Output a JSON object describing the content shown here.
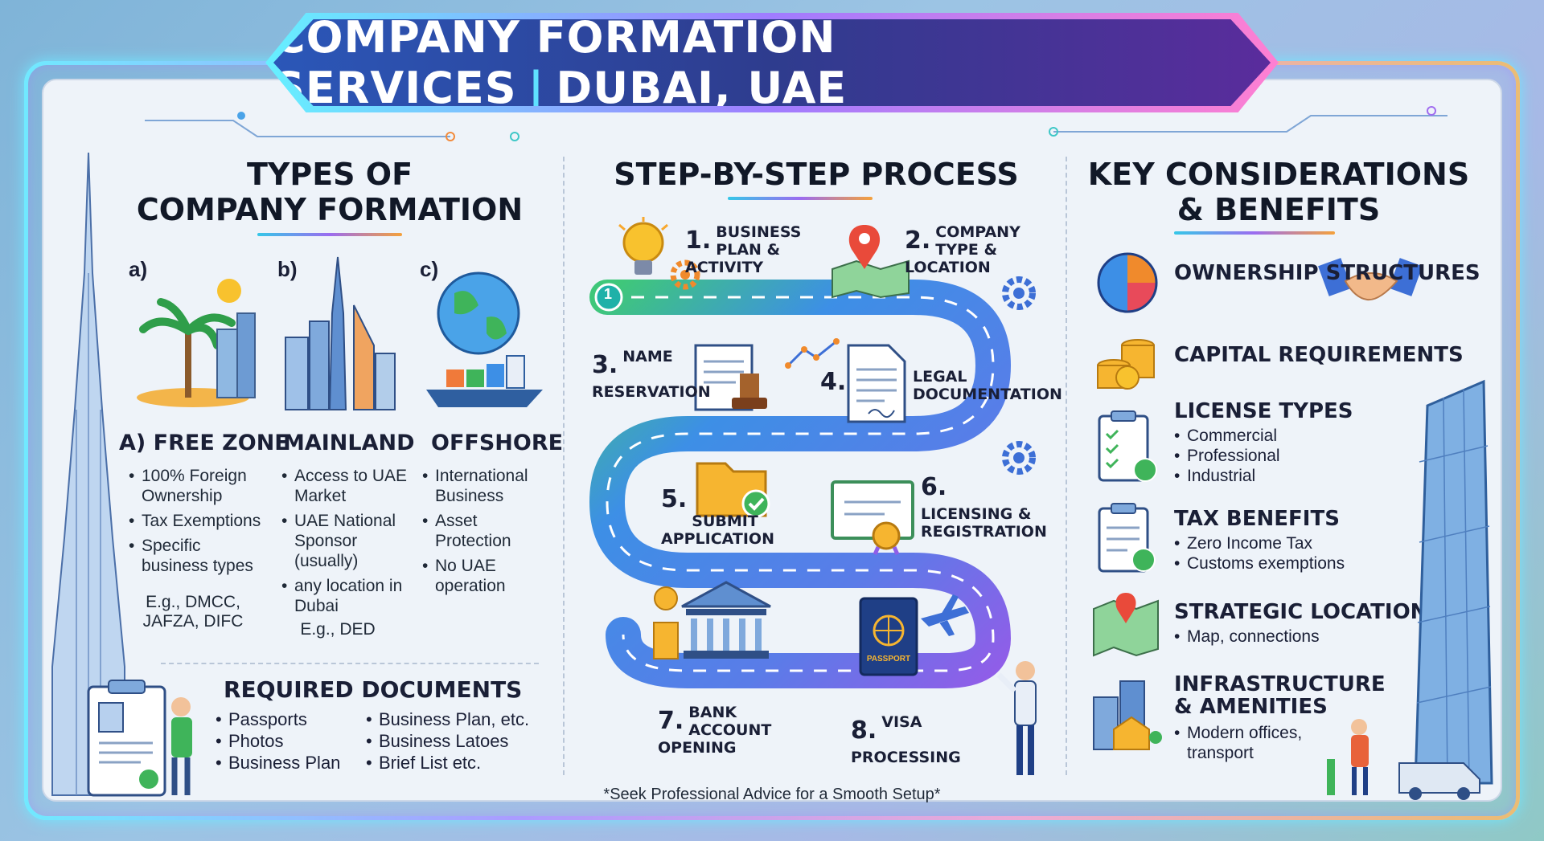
{
  "title": {
    "left": "COMPANY FORMATION SERVICES",
    "separator": "|",
    "right": "DUBAI, UAE"
  },
  "types": {
    "title_line1": "TYPES OF",
    "title_line2": "COMPANY FORMATION",
    "a_label": "a)",
    "b_label": "b)",
    "c_label": "c)",
    "free_zone": {
      "heading": "a) FREE ZONE",
      "items": [
        "100% Foreign Ownership",
        "Tax Exemptions",
        "Specific business types"
      ],
      "example": "E.g., DMCC, JAFZA, DIFC"
    },
    "mainland": {
      "heading": "MAINLAND",
      "items": [
        "Access to UAE Market",
        "UAE National Sponsor (usually)",
        "any location in Dubai"
      ],
      "example": "E.g., DED"
    },
    "offshore": {
      "heading": "OFFSHORE",
      "items": [
        "International Business",
        "Asset Protection",
        "No UAE operation"
      ]
    }
  },
  "required_documents": {
    "heading": "REQUIRED DOCUMENTS",
    "left": [
      "Passports",
      "Photos",
      "Business Plan"
    ],
    "right": [
      "Business Plan, etc.",
      "Business Latoes",
      "Brief List etc."
    ]
  },
  "process": {
    "title": "STEP-BY-STEP PROCESS",
    "road_marker": "1",
    "steps": [
      {
        "num": "1.",
        "text": "BUSINESS PLAN & ACTIVITY"
      },
      {
        "num": "2.",
        "text": "COMPANY TYPE & LOCATION"
      },
      {
        "num": "3.",
        "text": "NAME RESERVATION"
      },
      {
        "num": "4.",
        "text": "LEGAL DOCUMENTATION"
      },
      {
        "num": "5.",
        "text": "SUBMIT APPLICATION"
      },
      {
        "num": "6.",
        "text": "LICENSING & REGISTRATION"
      },
      {
        "num": "7.",
        "text": "BANK ACCOUNT OPENING"
      },
      {
        "num": "8.",
        "text": "VISA PROCESSING"
      }
    ],
    "passport_label": "PASSPORT"
  },
  "considerations": {
    "title_line1": "KEY CONSIDERATIONS",
    "title_line2": "& BENEFITS",
    "ownership": "OWNERSHIP STRUCTURES",
    "capital": "CAPITAL REQUIREMENTS",
    "license": {
      "heading": "LICENSE TYPES",
      "items": [
        "Commercial",
        "Professional",
        "Industrial"
      ]
    },
    "tax": {
      "heading": "TAX BENEFITS",
      "items": [
        "Zero Income Tax",
        "Customs exemptions"
      ]
    },
    "location": {
      "heading": "STRATEGIC LOCATION",
      "items": [
        "Map, connections"
      ]
    },
    "infra": {
      "heading": "INFRASTRUCTURE & AMENITIES",
      "items": [
        "Modern offices, transport"
      ]
    }
  },
  "footer": "*Seek Professional Advice for a Smooth Setup*",
  "colors": {
    "accent_cyan": "#35c7e8",
    "accent_purple": "#9b6cf0",
    "accent_orange": "#f4a13c",
    "road_green": "#3fc77a",
    "road_blue": "#3d8fe6",
    "road_purple": "#8f5ee8"
  }
}
